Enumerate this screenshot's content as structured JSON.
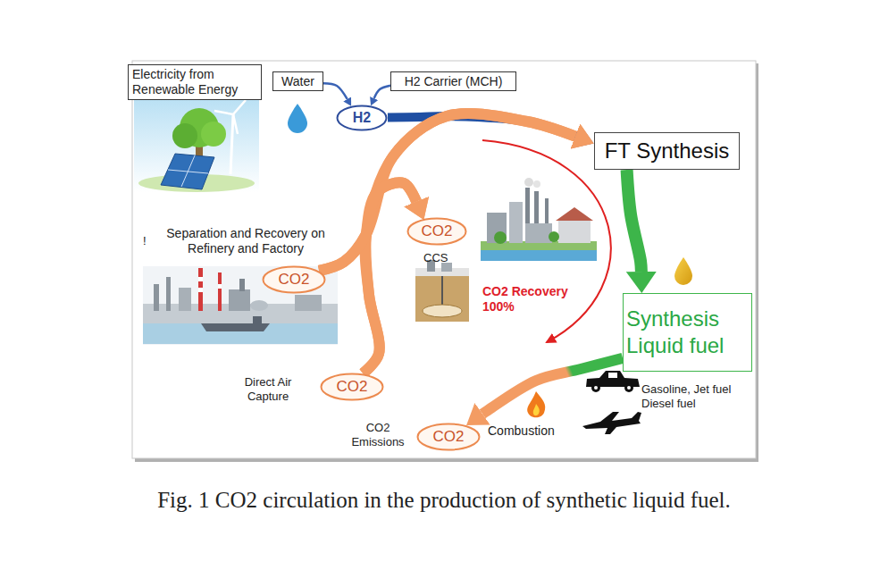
{
  "diagram": {
    "caption": "Fig. 1 CO2 circulation in the production of synthetic liquid fuel.",
    "nodes": [
      {
        "text": [
          "Electricity from Renewable Energy"
        ]
      },
      {
        "text": [
          "Water"
        ]
      },
      {
        "text": [
          "H2 Carrier (MCH)"
        ]
      },
      {
        "text": [
          "H2"
        ]
      },
      {
        "text": [
          "FT Synthesis"
        ]
      },
      {
        "text": [
          "CO2"
        ]
      },
      {
        "text": [
          "CO2"
        ]
      },
      {
        "text": [
          "Synthesis Liquid fuel"
        ]
      },
      {
        "text": [
          "CO2"
        ]
      },
      {
        "text": [
          "CO2"
        ]
      }
    ],
    "edges": [
      {
        "from": 1,
        "to": 3,
        "arrow": "to"
      },
      {
        "from": 2,
        "to": 3,
        "arrow": "to"
      },
      {
        "from": 3,
        "to": 4,
        "arrow": "to"
      },
      {
        "from": 4,
        "to": 7,
        "arrow": "to"
      },
      {
        "from": 7,
        "to": 9,
        "arrow": "to"
      },
      {
        "from": 8,
        "to": 4,
        "arrow": "to"
      },
      {
        "from": 8,
        "to": 5,
        "arrow": "to"
      },
      {
        "from": 6,
        "to": 4,
        "arrow": "to"
      },
      {
        "from": 6,
        "to": 5,
        "arrow": "to"
      }
    ],
    "labels": [
      "!",
      "Separation and Recovery on Refinery and Factory",
      "CCS",
      "CO2 Recovery 100%",
      "Direct Air Capture",
      "CO2 Emissions",
      "Combustion",
      "Gasoline, Jet fuel Diesel fuel"
    ]
  }
}
